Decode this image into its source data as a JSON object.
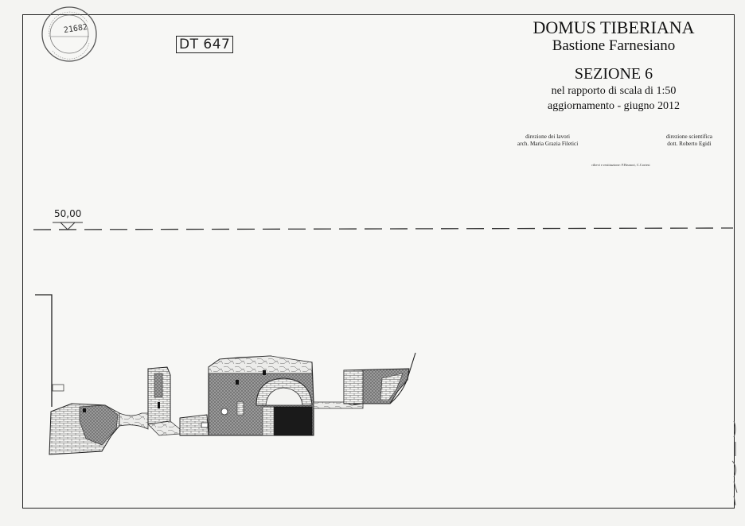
{
  "stamp": {
    "number": "21682"
  },
  "drawing_code": "DT 647",
  "title": {
    "line1": "DOMUS TIBERIANA",
    "line2": "Bastione Farnesiano",
    "section": "SEZIONE 6",
    "scale": "nel rapporto di scala di 1:50",
    "update": "aggiornamento - giugno 2012"
  },
  "credits": {
    "left_role": "direzione dei lavori",
    "left_name": "arch. Maria Grazia Filetici",
    "right_role": "direzione scientifica",
    "right_name": "dott. Roberto Egidi"
  },
  "survey_note": "rilievi e restituzione: F.Brunori, C.Cortesi",
  "level": {
    "value": "50,00"
  },
  "colors": {
    "ink": "#222222",
    "paper": "#f7f7f5",
    "fill_dark": "#1a1a1a",
    "fill_grey": "#8a8a8a"
  }
}
